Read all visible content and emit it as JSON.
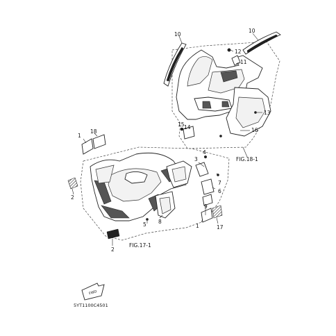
{
  "callouts": {
    "c1a": "1",
    "c18": "18",
    "c2a": "2",
    "c2b": "2",
    "c3": "3",
    "c4": "4",
    "c5": "5",
    "c6": "6",
    "c7": "7",
    "c8": "8",
    "c9": "9",
    "c1b": "1",
    "c17": "17",
    "c10a": "10",
    "c10b": "10",
    "c11": "11",
    "c12": "12",
    "c13": "13",
    "c14": "14",
    "c15": "15",
    "c16": "16"
  },
  "figures": {
    "front": "FIG.17-1",
    "rear": "FIG.18-1"
  },
  "arrow_label": "FWD",
  "drawing_code": "5YT1100C4501"
}
